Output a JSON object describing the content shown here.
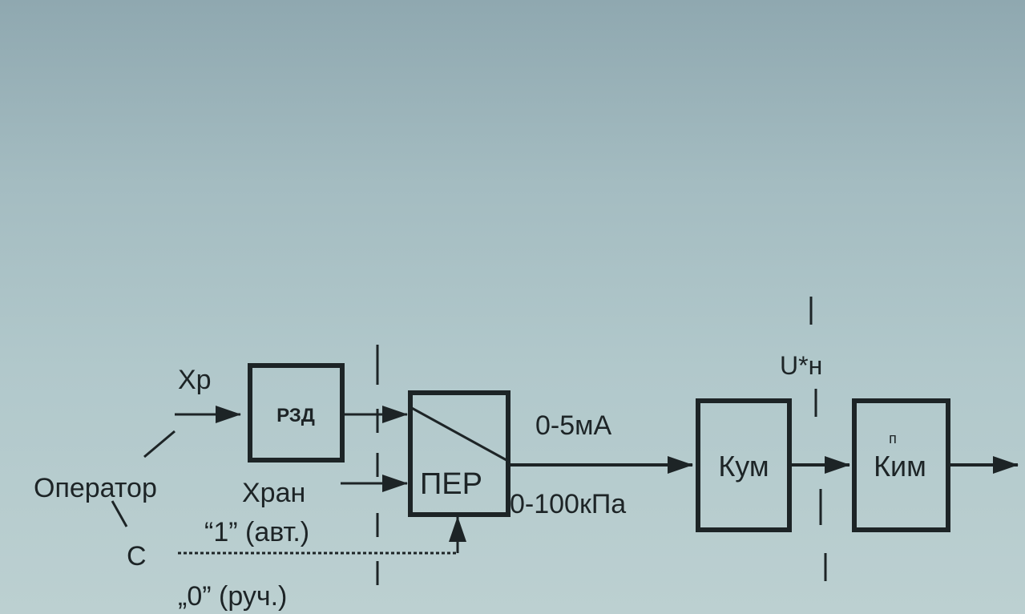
{
  "blocks": {
    "rzd": "РЗД",
    "per": "ПЕР",
    "kum": "Кум",
    "kim": "Ким",
    "kim_superscript": "п"
  },
  "labels": {
    "xp": "Хр",
    "operator": "Оператор",
    "xran": "Хран",
    "auto": "“1” (авт.)",
    "c": "С",
    "manual": "„0” (руч.)",
    "current": "0-5мА",
    "pressure": "0-100кПа",
    "u_star_h": "U*н"
  },
  "colors": {
    "ink": "#1d2426",
    "paper": "#a9bfc3"
  }
}
